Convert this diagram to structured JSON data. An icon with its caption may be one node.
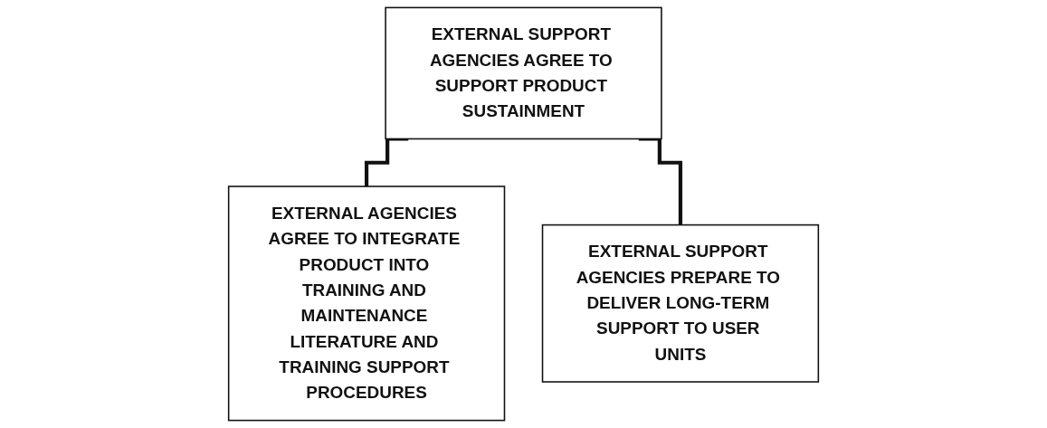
{
  "diagram": {
    "nodes": [
      {
        "text": [
          "EXTERNAL SUPPORT AGENCIES AGREE TO SUPPORT PRODUCT SUSTAINMENT"
        ]
      },
      {
        "text": [
          "EXTERNAL AGENCIES AGREE TO INTEGRATE PRODUCT INTO TRAINING AND MAINTENANCE LITERATURE AND TRAINING SUPPORT PROCEDURES"
        ]
      },
      {
        "text": [
          "EXTERNAL SUPPORT AGENCIES PREPARE TO DELIVER LONG-TERM SUPPORT TO USER UNITS"
        ]
      }
    ],
    "edges": [
      {
        "from": 0,
        "to": 1,
        "arrow": "none"
      },
      {
        "from": 0,
        "to": 2,
        "arrow": "none"
      }
    ]
  }
}
